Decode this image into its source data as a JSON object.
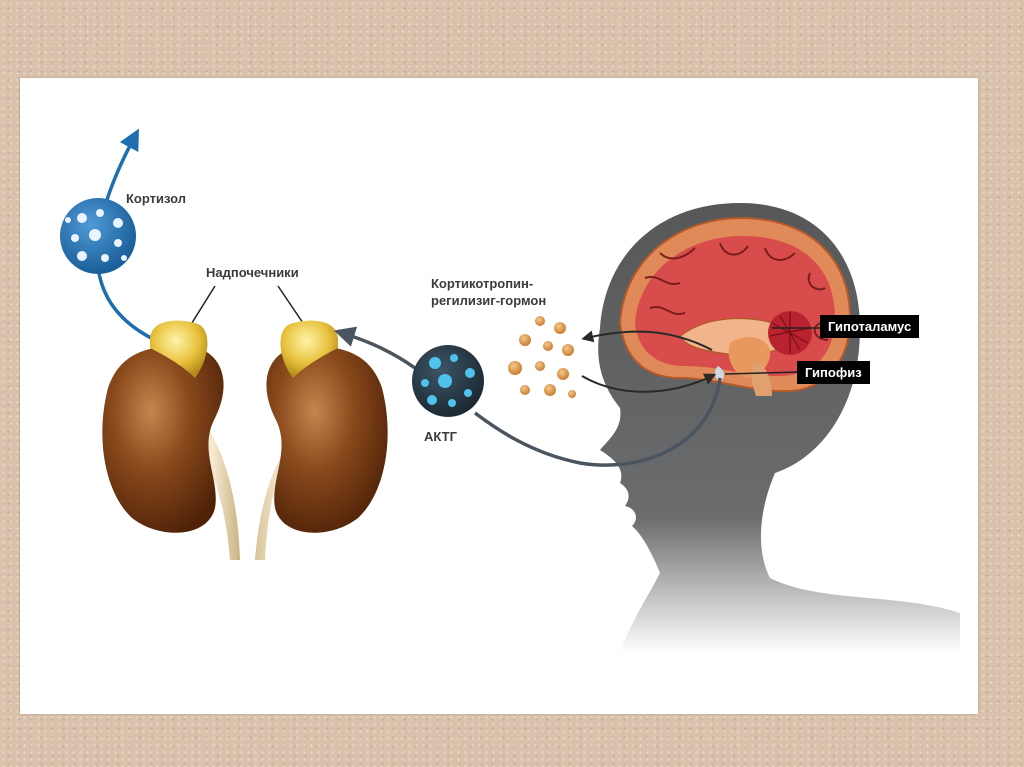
{
  "labels": {
    "cortisol": "Кортизол",
    "adrenals": "Надпочечники",
    "crh_line1": "Кортикотропин-",
    "crh_line2": "регилизиг-гормон",
    "acth": "АКТГ",
    "hypothalamus": "Гипоталамус",
    "pituitary": "Гипофиз"
  },
  "colors": {
    "hormone_blue": "#1f6fb0",
    "acth_cyan": "#3fb0d9",
    "crh_orange": "#d98c3a",
    "kidney_brown": "#7a3e14",
    "adrenal_yellow": "#e6c03a",
    "head_gray": "#5f6163",
    "brain_red": "#d94c4c"
  }
}
